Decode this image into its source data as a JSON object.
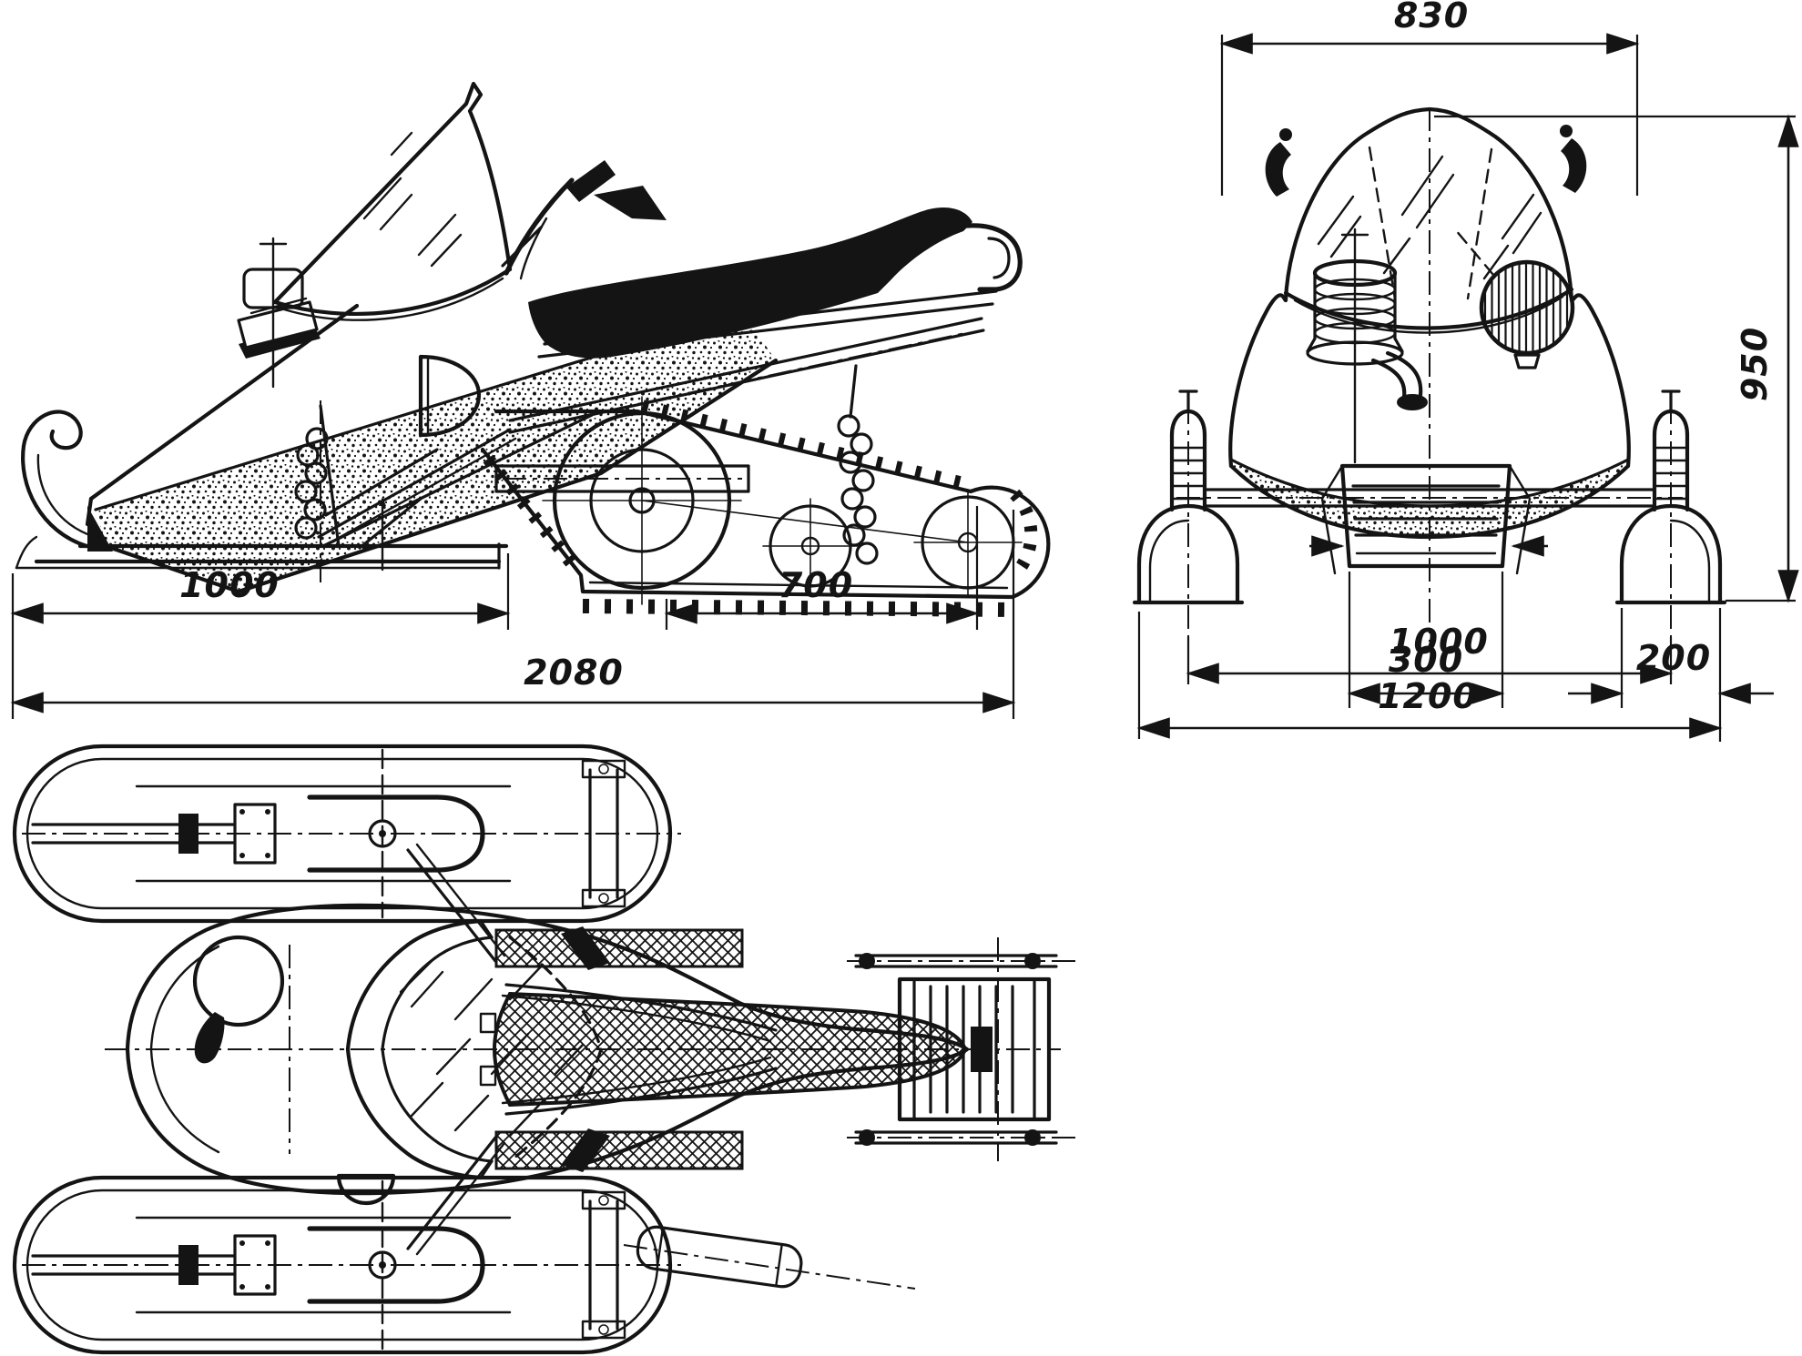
{
  "drawing": {
    "type": "three-view orthographic technical drawing",
    "subject": "snowmobile blueprint",
    "units": "mm",
    "colors": {
      "ink": "#141414",
      "paper": "#ffffff"
    },
    "side_view": {
      "name": "side view",
      "dim_ski_base": "1000",
      "dim_track_base": "700",
      "dim_overall_length": "2080"
    },
    "front_view": {
      "name": "front view",
      "dim_handlebar_width": "830",
      "dim_overall_height": "950",
      "dim_track_width": "300",
      "dim_ski_width": "200",
      "dim_ski_spacing": "1000",
      "dim_overall_width": "1200"
    },
    "top_view": {
      "name": "top (plan) view"
    }
  }
}
